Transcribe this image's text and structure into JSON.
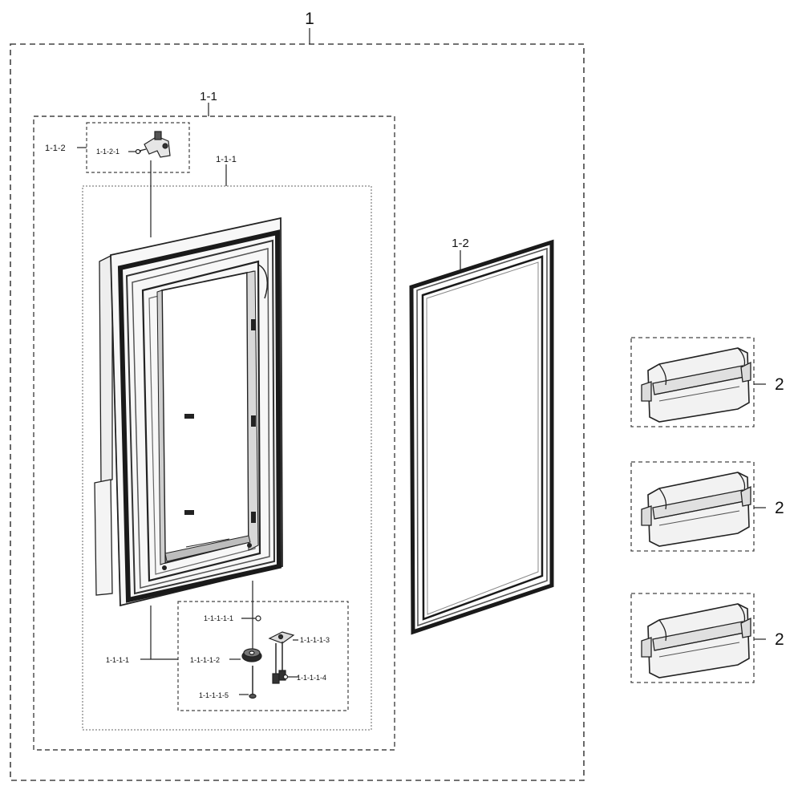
{
  "labels": {
    "assembly": "1",
    "door_assembly": "1-1",
    "door_foam": "1-1-1",
    "hinge_group": "1-1-2",
    "hinge_pin": "1-1-2-1",
    "gasket": "1-2",
    "bottom_hinge_group": "1-1-1-1",
    "bottom_hinge_pin": "1-1-1-1-1",
    "bottom_hinge_bushing": "1-1-1-1-2",
    "bottom_hinge_bracket": "1-1-1-1-3",
    "bottom_hinge_screws": "1-1-1-1-4",
    "bottom_hinge_screw": "1-1-1-1-5",
    "bin_1": "2",
    "bin_2": "2",
    "bin_3": "2"
  },
  "colors": {
    "line": "#222222",
    "dash": "#444444",
    "part_fill": "#f4f4f4",
    "shade": "#bdbdbd"
  }
}
